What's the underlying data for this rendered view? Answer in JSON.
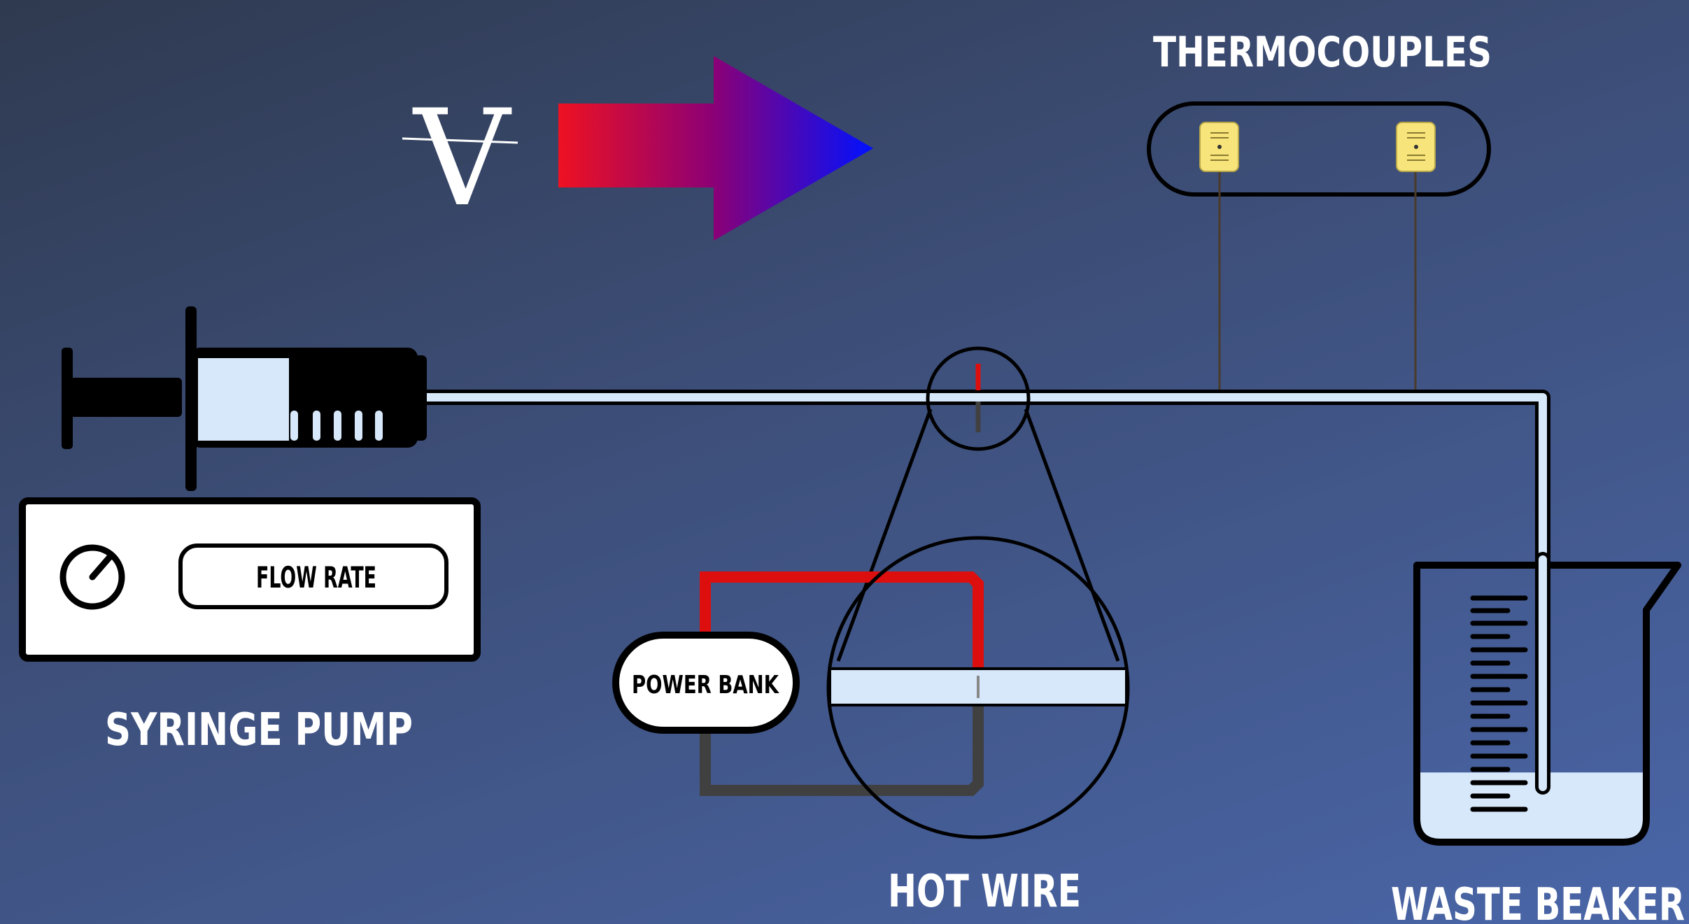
{
  "labels": {
    "flow_symbol": "V",
    "thermocouples": "THERMOCOUPLES",
    "flow_rate": "FLOW RATE",
    "syringe_pump": "SYRINGE PUMP",
    "power_bank": "POWER BANK",
    "hot_wire": "HOT WIRE",
    "waste_beaker": "WASTE BEAKER"
  },
  "colors": {
    "arrow_start": "#ee1122",
    "arrow_mid": "#8a0077",
    "arrow_end": "#0011ff",
    "fluid": "#d7e8fb",
    "hot_lead": "#dd0e0e",
    "cold_lead": "#404040",
    "thermocouple": "#f7e47a",
    "thermocouple_wire": "#4a3a2a",
    "outline": "#000000"
  },
  "icons": {
    "pump_dial": "dial-gauge-icon",
    "thermocouple_sensor": "sensor-chip-icon",
    "flow_arrow": "flow-direction-arrow-icon"
  },
  "beaker": {
    "fill_fraction": 0.3
  }
}
